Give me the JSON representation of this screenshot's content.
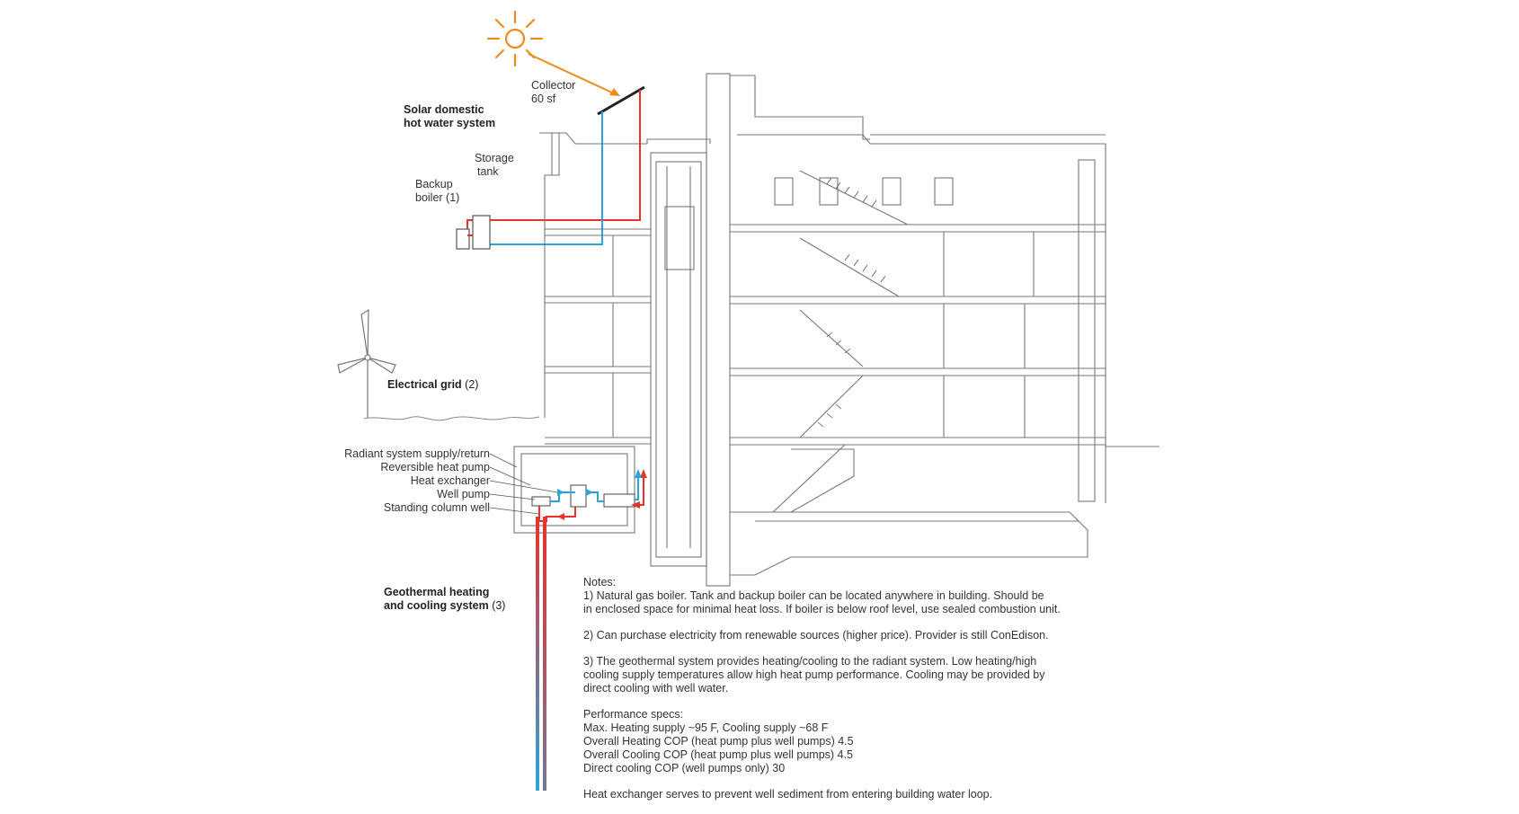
{
  "labels": {
    "collector": "Collector",
    "collector_area": "60 sf",
    "solar_title_1": "Solar domestic",
    "solar_title_2": "hot water system",
    "storage_1": "Storage",
    "storage_2": "tank",
    "backup_1": "Backup",
    "backup_2": "boiler (1)",
    "electrical_grid": "Electrical grid",
    "electrical_grid_ref": "(2)",
    "radiant": "Radiant system supply/return",
    "reversible": "Reversible heat pump",
    "heat_exchanger": "Heat exchanger",
    "well_pump": "Well pump",
    "standing_column": "Standing column well",
    "geo_title_1": "Geothermal heating",
    "geo_title_2": "and cooling system",
    "geo_ref": "(3)"
  },
  "notes": {
    "heading": "Notes:",
    "note1_a": "1) Natural gas boiler.  Tank and backup boiler can be located anywhere in building.  Should be",
    "note1_b": "in enclosed space for minimal heat loss.  If boiler is below roof level, use sealed combustion unit.",
    "note2": "2) Can purchase electricity from renewable sources (higher price).  Provider is still ConEdison.",
    "note3_a": "3) The geothermal system provides heating/cooling to the radiant system.  Low heating/high",
    "note3_b": "cooling supply temperatures allow high heat pump performance.  Cooling may be provided by",
    "note3_c": "direct cooling with well water.",
    "specs_heading": "Performance specs:",
    "spec1": "Max. Heating supply ~95 F, Cooling supply ~68 F",
    "spec2": "Overall Heating COP (heat pump plus well pumps) 4.5",
    "spec3": "Overall Cooling COP (heat pump plus well pumps) 4.5",
    "spec4": "Direct cooling COP (well pumps only) 30",
    "final": "Heat exchanger serves to prevent well sediment from entering building water loop."
  },
  "colors": {
    "hot": "#e8322b",
    "cold": "#2aa4dc",
    "sun": "#f08a1c",
    "line": "#666666"
  }
}
